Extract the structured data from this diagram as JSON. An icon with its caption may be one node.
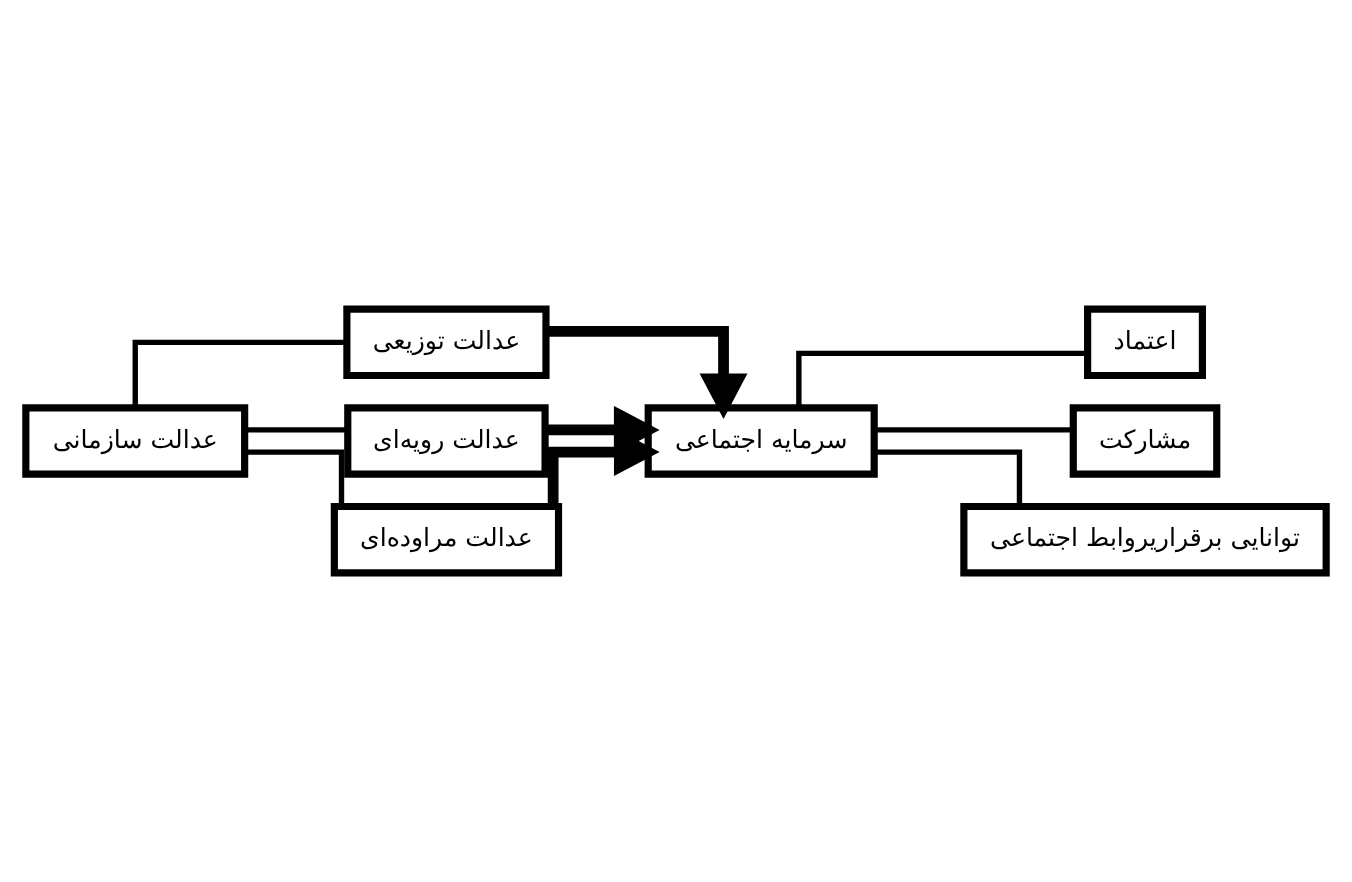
{
  "diagram": {
    "nodes": [
      {
        "text": [
          "عدالت سازمانی"
        ]
      },
      {
        "text": [
          "عدالت توزیعی"
        ]
      },
      {
        "text": [
          "عدالت رویه‌ای"
        ]
      },
      {
        "text": [
          "عدالت مراوده‌ای"
        ]
      },
      {
        "text": [
          "سرمایه اجتماعی"
        ]
      },
      {
        "text": [
          "اعتماد"
        ]
      },
      {
        "text": [
          "مشارکت"
        ]
      },
      {
        "text": [
          "توانایی برقراریروابط اجتماعی"
        ]
      }
    ],
    "edges": [
      {
        "from": 0,
        "to": 1,
        "arrow": "none"
      },
      {
        "from": 0,
        "to": 2,
        "arrow": "none"
      },
      {
        "from": 0,
        "to": 3,
        "arrow": "none"
      },
      {
        "from": 1,
        "to": 4,
        "arrow": "to",
        "style": "thick"
      },
      {
        "from": 2,
        "to": 4,
        "arrow": "to",
        "style": "thick"
      },
      {
        "from": 3,
        "to": 4,
        "arrow": "to",
        "style": "thick"
      },
      {
        "from": 4,
        "to": 5,
        "arrow": "none"
      },
      {
        "from": 4,
        "to": 6,
        "arrow": "none"
      },
      {
        "from": 4,
        "to": 7,
        "arrow": "none"
      }
    ]
  }
}
